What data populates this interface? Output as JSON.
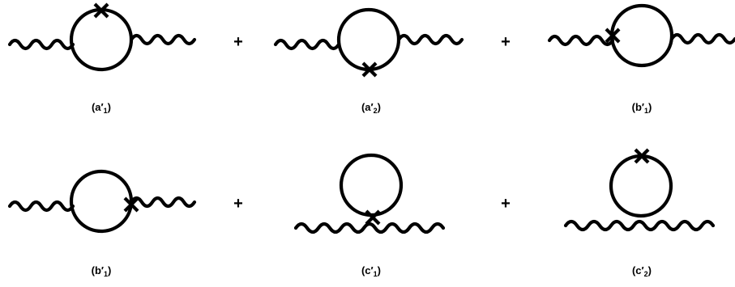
{
  "operator": "+",
  "diagrams": [
    {
      "id": "a1",
      "label_main": "(a′",
      "label_sub": "1",
      "label_close": ")",
      "marker": "top-of-loop"
    },
    {
      "id": "a2",
      "label_main": "(a′",
      "label_sub": "2",
      "label_close": ")",
      "marker": "bottom-of-loop"
    },
    {
      "id": "b1",
      "label_main": "(b′",
      "label_sub": "1",
      "label_close": ")",
      "marker": "left-vertex"
    },
    {
      "id": "b1-second",
      "label_main": "(b′",
      "label_sub": "1",
      "label_close": ")",
      "marker": "right-vertex"
    },
    {
      "id": "c1",
      "label_main": "(c′",
      "label_sub": "1",
      "label_close": ")",
      "marker": "tadpole-vertex"
    },
    {
      "id": "c2",
      "label_main": "(c′",
      "label_sub": "2",
      "label_close": ")",
      "marker": "top-of-tadpole-loop"
    }
  ]
}
